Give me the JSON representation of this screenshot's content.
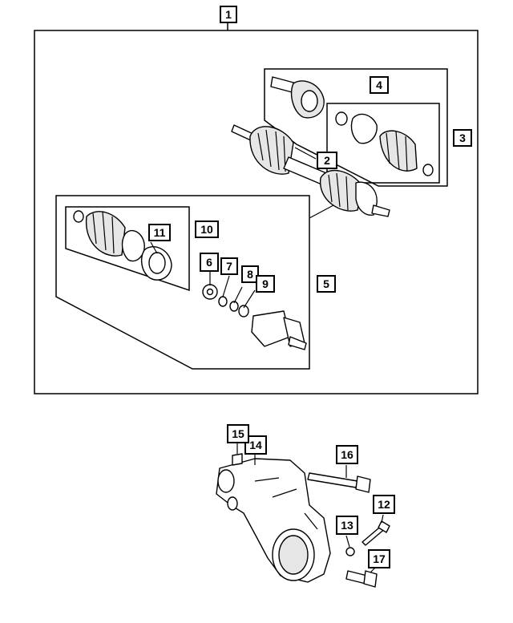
{
  "callouts": [
    {
      "id": "c1",
      "label": "1"
    },
    {
      "id": "c2",
      "label": "2"
    },
    {
      "id": "c3",
      "label": "3"
    },
    {
      "id": "c4",
      "label": "4"
    },
    {
      "id": "c5",
      "label": "5"
    },
    {
      "id": "c6",
      "label": "6"
    },
    {
      "id": "c7",
      "label": "7"
    },
    {
      "id": "c8",
      "label": "8"
    },
    {
      "id": "c9",
      "label": "9"
    },
    {
      "id": "c10",
      "label": "10"
    },
    {
      "id": "c11",
      "label": "11"
    },
    {
      "id": "c12",
      "label": "12"
    },
    {
      "id": "c13",
      "label": "13"
    },
    {
      "id": "c14",
      "label": "14"
    },
    {
      "id": "c15",
      "label": "15"
    },
    {
      "id": "c16",
      "label": "16"
    },
    {
      "id": "c17",
      "label": "17"
    }
  ]
}
